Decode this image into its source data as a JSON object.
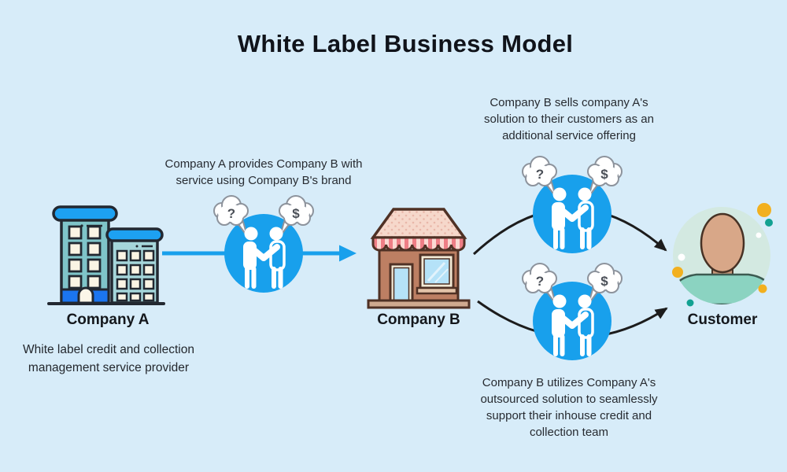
{
  "title": "White Label Business Model",
  "colors": {
    "background": "#d7ecf9",
    "accent_blue": "#18a0ec",
    "arc_black": "#1c1c1c",
    "customer_circle": "#d3e9e1",
    "dot_yellow": "#f2b01f",
    "dot_teal": "#12a192"
  },
  "company_a": {
    "label": "Company A",
    "description_lines": [
      "White label credit and collection",
      "management service provider"
    ]
  },
  "company_b": {
    "label": "Company B"
  },
  "customer": {
    "label": "Customer"
  },
  "flows": {
    "a_to_b": {
      "lines": [
        "Company A provides Company B with",
        "service using Company B's brand"
      ]
    },
    "b_to_customer_top": {
      "lines": [
        "Company B sells company A's",
        "solution to their customers as an",
        "additional service offering"
      ]
    },
    "b_to_customer_bottom": {
      "lines": [
        "Company B utilizes Company A's",
        "outsourced solution to seamlessly",
        "support their inhouse credit and",
        "collection team"
      ]
    }
  },
  "handshake": {
    "question": "?",
    "dollar": "$"
  }
}
